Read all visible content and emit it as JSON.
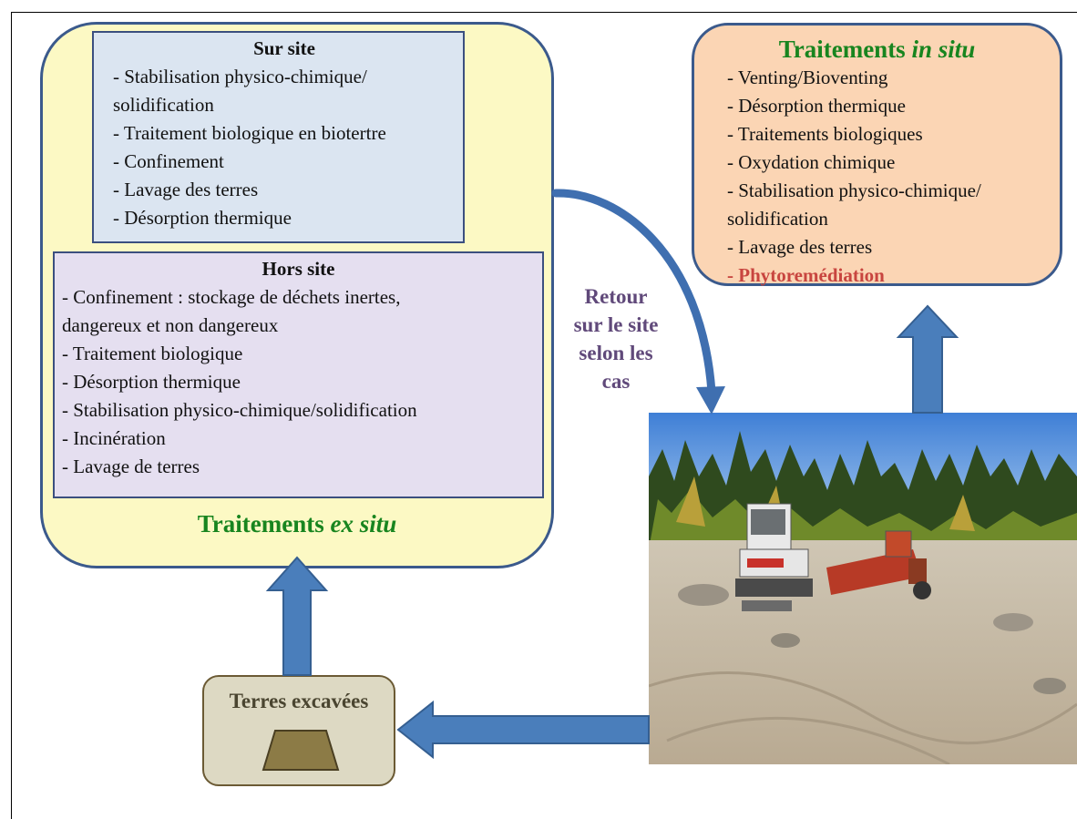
{
  "exsitu": {
    "title": "Traitements ",
    "title_em": "ex situ",
    "sur_site": {
      "title": "Sur site",
      "items": [
        "- Stabilisation physico-chimique/",
        "solidification",
        "- Traitement biologique en biotertre",
        "- Confinement",
        "- Lavage des terres",
        "- Désorption thermique"
      ]
    },
    "hors_site": {
      "title": "Hors site",
      "items": [
        "- Confinement : stockage de déchets inertes,",
        "dangereux et non dangereux",
        "- Traitement biologique",
        "- Désorption thermique",
        "- Stabilisation physico-chimique/solidification",
        "- Incinération",
        "- Lavage de terres"
      ]
    }
  },
  "insitu": {
    "title": "Traitements ",
    "title_em": "in situ",
    "items": [
      "- Venting/Bioventing",
      "- Désorption thermique",
      "- Traitements biologiques",
      "- Oxydation chimique",
      "- Stabilisation physico-chimique/",
      "solidification",
      "- Lavage des terres"
    ],
    "highlight_item": "- Phytoremédiation"
  },
  "retour": {
    "lines": [
      "Retour",
      "sur le site",
      "selon les",
      "cas"
    ]
  },
  "terres": {
    "label": "Terres excavées"
  },
  "colors": {
    "arrow": "#4a7ebb",
    "title_green": "#18851f",
    "retour_purple": "#60497a",
    "phyto_red": "#c8453f"
  }
}
